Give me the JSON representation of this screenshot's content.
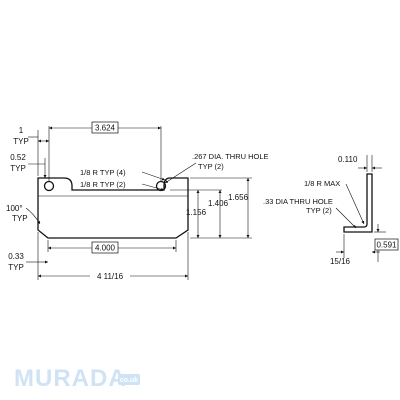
{
  "front_view": {
    "dim_hole_spacing": "3.624",
    "dim_end_offset_value": "1",
    "dim_end_offset_typ": "TYP",
    "dim_hole_edge_value": "0.52",
    "dim_hole_edge_typ": "TYP",
    "note_radius_1": "1/8 R TYP (4)",
    "note_radius_2": "1/8 R TYP (2)",
    "note_hole_line1": ".267 DIA. THRU HOLE",
    "note_hole_line2": "TYP (2)",
    "dim_angle_value": "100°",
    "dim_angle_typ": "TYP",
    "dim_height_total": "1.656",
    "dim_height_mid": "1.406",
    "dim_height_inner": "1.156",
    "dim_base_width": "4.000",
    "dim_flange_value": "0.33",
    "dim_flange_typ": "TYP",
    "dim_overall_width": "4 11/16"
  },
  "side_view": {
    "dim_top": "0.110",
    "note_radius": "1/8 R MAX",
    "note_hole_line1": ".33 DIA THRU HOLE",
    "note_hole_line2": "TYP (2)",
    "dim_thickness": "15/16",
    "dim_depth": "0.591"
  },
  "watermark": {
    "brand": "MURADA",
    "badge": "co.uk",
    "color": "#cfe3f5"
  }
}
